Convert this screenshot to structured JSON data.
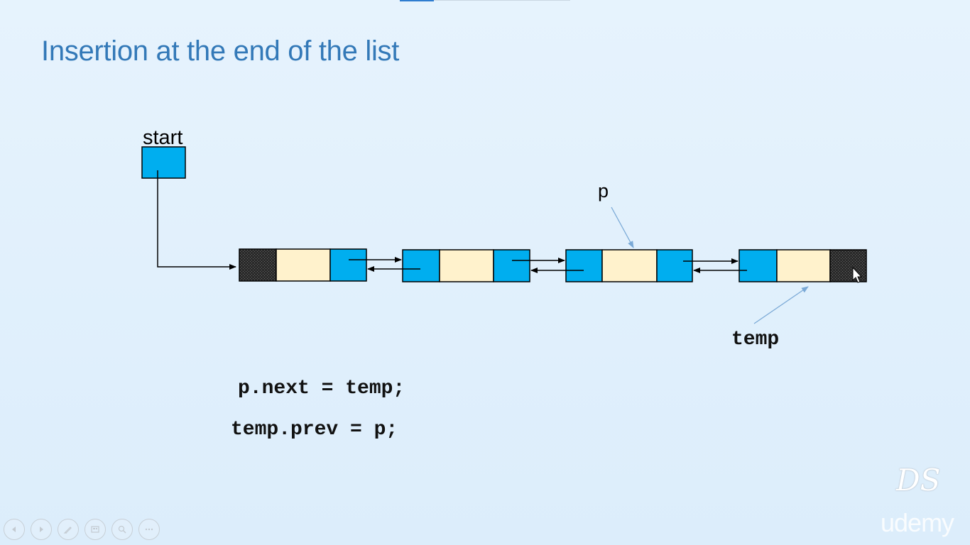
{
  "slide": {
    "title": "Insertion at the end of the list"
  },
  "diagram": {
    "labels": {
      "start": "start",
      "p": "p",
      "temp": "temp"
    },
    "nodes": [
      {
        "prev": "null",
        "next": "link"
      },
      {
        "prev": "link",
        "next": "link"
      },
      {
        "prev": "link",
        "next": "link"
      },
      {
        "prev": "link",
        "next": "null"
      }
    ],
    "colors": {
      "link_cell": "#00aeef",
      "info_cell": "#fff2cc",
      "null_cell": "#1a1a1a",
      "pointer_arrow": "#7aa9d6"
    }
  },
  "code": {
    "line1": "p.next = temp;",
    "line2": "temp.prev = p;"
  },
  "watermark": {
    "logo": "DS",
    "brand": "udemy"
  },
  "player_controls": [
    {
      "icon": "previous-icon"
    },
    {
      "icon": "next-icon"
    },
    {
      "icon": "pen-icon"
    },
    {
      "icon": "slides-icon"
    },
    {
      "icon": "zoom-icon"
    },
    {
      "icon": "more-icon"
    }
  ]
}
